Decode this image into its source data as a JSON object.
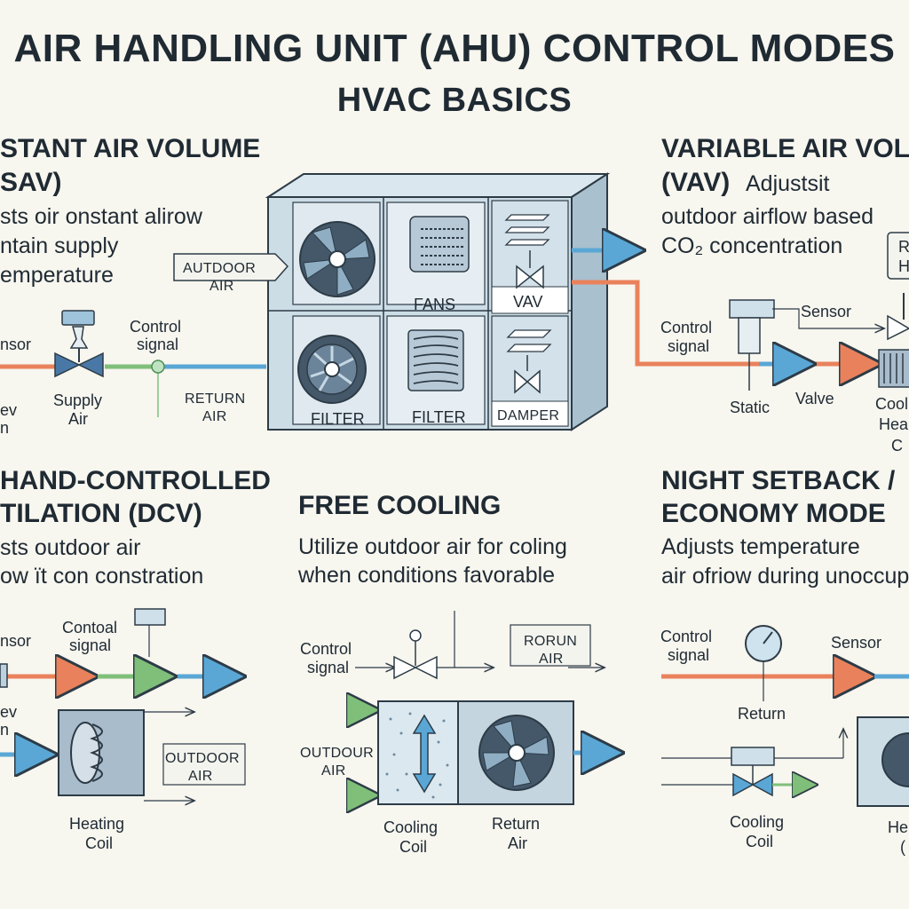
{
  "header": {
    "title": "AIR HANDLING UNIT (AHU) CONTROL MODES",
    "subtitle": "HVAC BASICS"
  },
  "cav": {
    "heading_1": "STANT AIR VOLUME",
    "heading_2": "SAV)",
    "desc_1": "sts oir onstant alirow",
    "desc_2": "ntain supply",
    "desc_3": "emperature",
    "sensor": "nsor",
    "control_1": "Control",
    "control_2": "signal",
    "supply_1": "Supply",
    "supply_2": "Air",
    "return_1": "RETURN",
    "return_2": "AIR",
    "edge_1": "ev",
    "edge_2": "n"
  },
  "ahu": {
    "outdoor_1": "AUTDOOR",
    "outdoor_2": "AIR",
    "fans": "FANS",
    "vav": "VAV",
    "filter_left": "FILTER",
    "filter_mid": "FILTER",
    "damper": "DAMPER"
  },
  "vav": {
    "heading_1": "VARIABLE AIR VOLU",
    "heading_2": "(VAV)",
    "heading_2b": "Adjustsit",
    "desc_1": "outdoor airflow based",
    "desc_2": "CO₂ concentration",
    "corner_1": "R",
    "corner_2": "H",
    "sensor": "Sensor",
    "control_1": "Control",
    "control_2": "signal",
    "static": "Static",
    "valve": "Valve",
    "cooli_1": "Cooli",
    "cooli_2": "Hea",
    "cooli_3": "C"
  },
  "dcv": {
    "heading_1": "HAND-CONTROLLED",
    "heading_2": "TILATION (DCV)",
    "desc_1": "sts outdoor air",
    "desc_2": "ow ït con constration",
    "sensor": "nsor",
    "control_1": "Contoal",
    "control_2": "signal",
    "edge_1": "ev",
    "edge_2": "n",
    "outdoor_1": "OUTDOOR",
    "outdoor_2": "AIR",
    "heating_1": "Heating",
    "heating_2": "Coil"
  },
  "free": {
    "heading": "FREE COOLING",
    "desc_1": "Utilize outdoor air for coling",
    "desc_2": "when conditions favorable",
    "control_1": "Control",
    "control_2": "signal",
    "return_box_1": "RORUN",
    "return_box_2": "AIR",
    "outdoor_1": "OUTDOUR",
    "outdoor_2": "AIR",
    "cooling_1": "Cooling",
    "cooling_2": "Coil",
    "return_1": "Return",
    "return_2": "Air"
  },
  "night": {
    "heading_1": "NIGHT SETBACK /",
    "heading_2": "ECONOMY MODE",
    "desc_1": "Adjusts temperature",
    "desc_2": "air ofriow during unoccup",
    "control_1": "Control",
    "control_2": "signal",
    "sensor": "Sensor",
    "return": "Return",
    "cooling_1": "Cooling",
    "cooling_2": "Coil",
    "edge_1": "He",
    "edge_2": "("
  },
  "colors": {
    "background": "#f7f6ef",
    "duct_blue": "#5aa7d6",
    "duct_orange": "#e9825c",
    "duct_green": "#7fbf7a",
    "unit_fill": "#cddde6",
    "outline": "#2d3b46"
  }
}
